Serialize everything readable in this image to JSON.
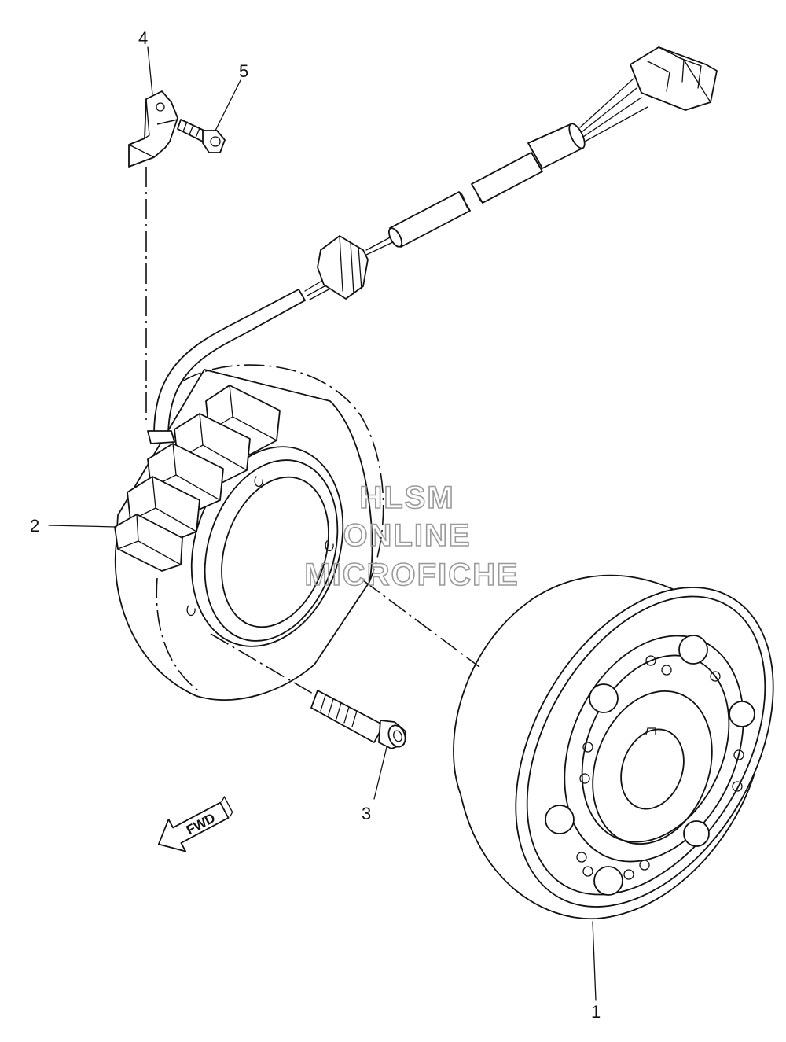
{
  "diagram": {
    "callouts": {
      "part1": "1",
      "part2": "2",
      "part3": "3",
      "part4": "4",
      "part5": "5"
    },
    "direction_arrow": {
      "label": "FWD",
      "icon": "fwd-arrow-icon"
    },
    "watermark": {
      "line1": "HLSM",
      "line2": "ONLINE",
      "line3": "MICROFICHE"
    }
  }
}
